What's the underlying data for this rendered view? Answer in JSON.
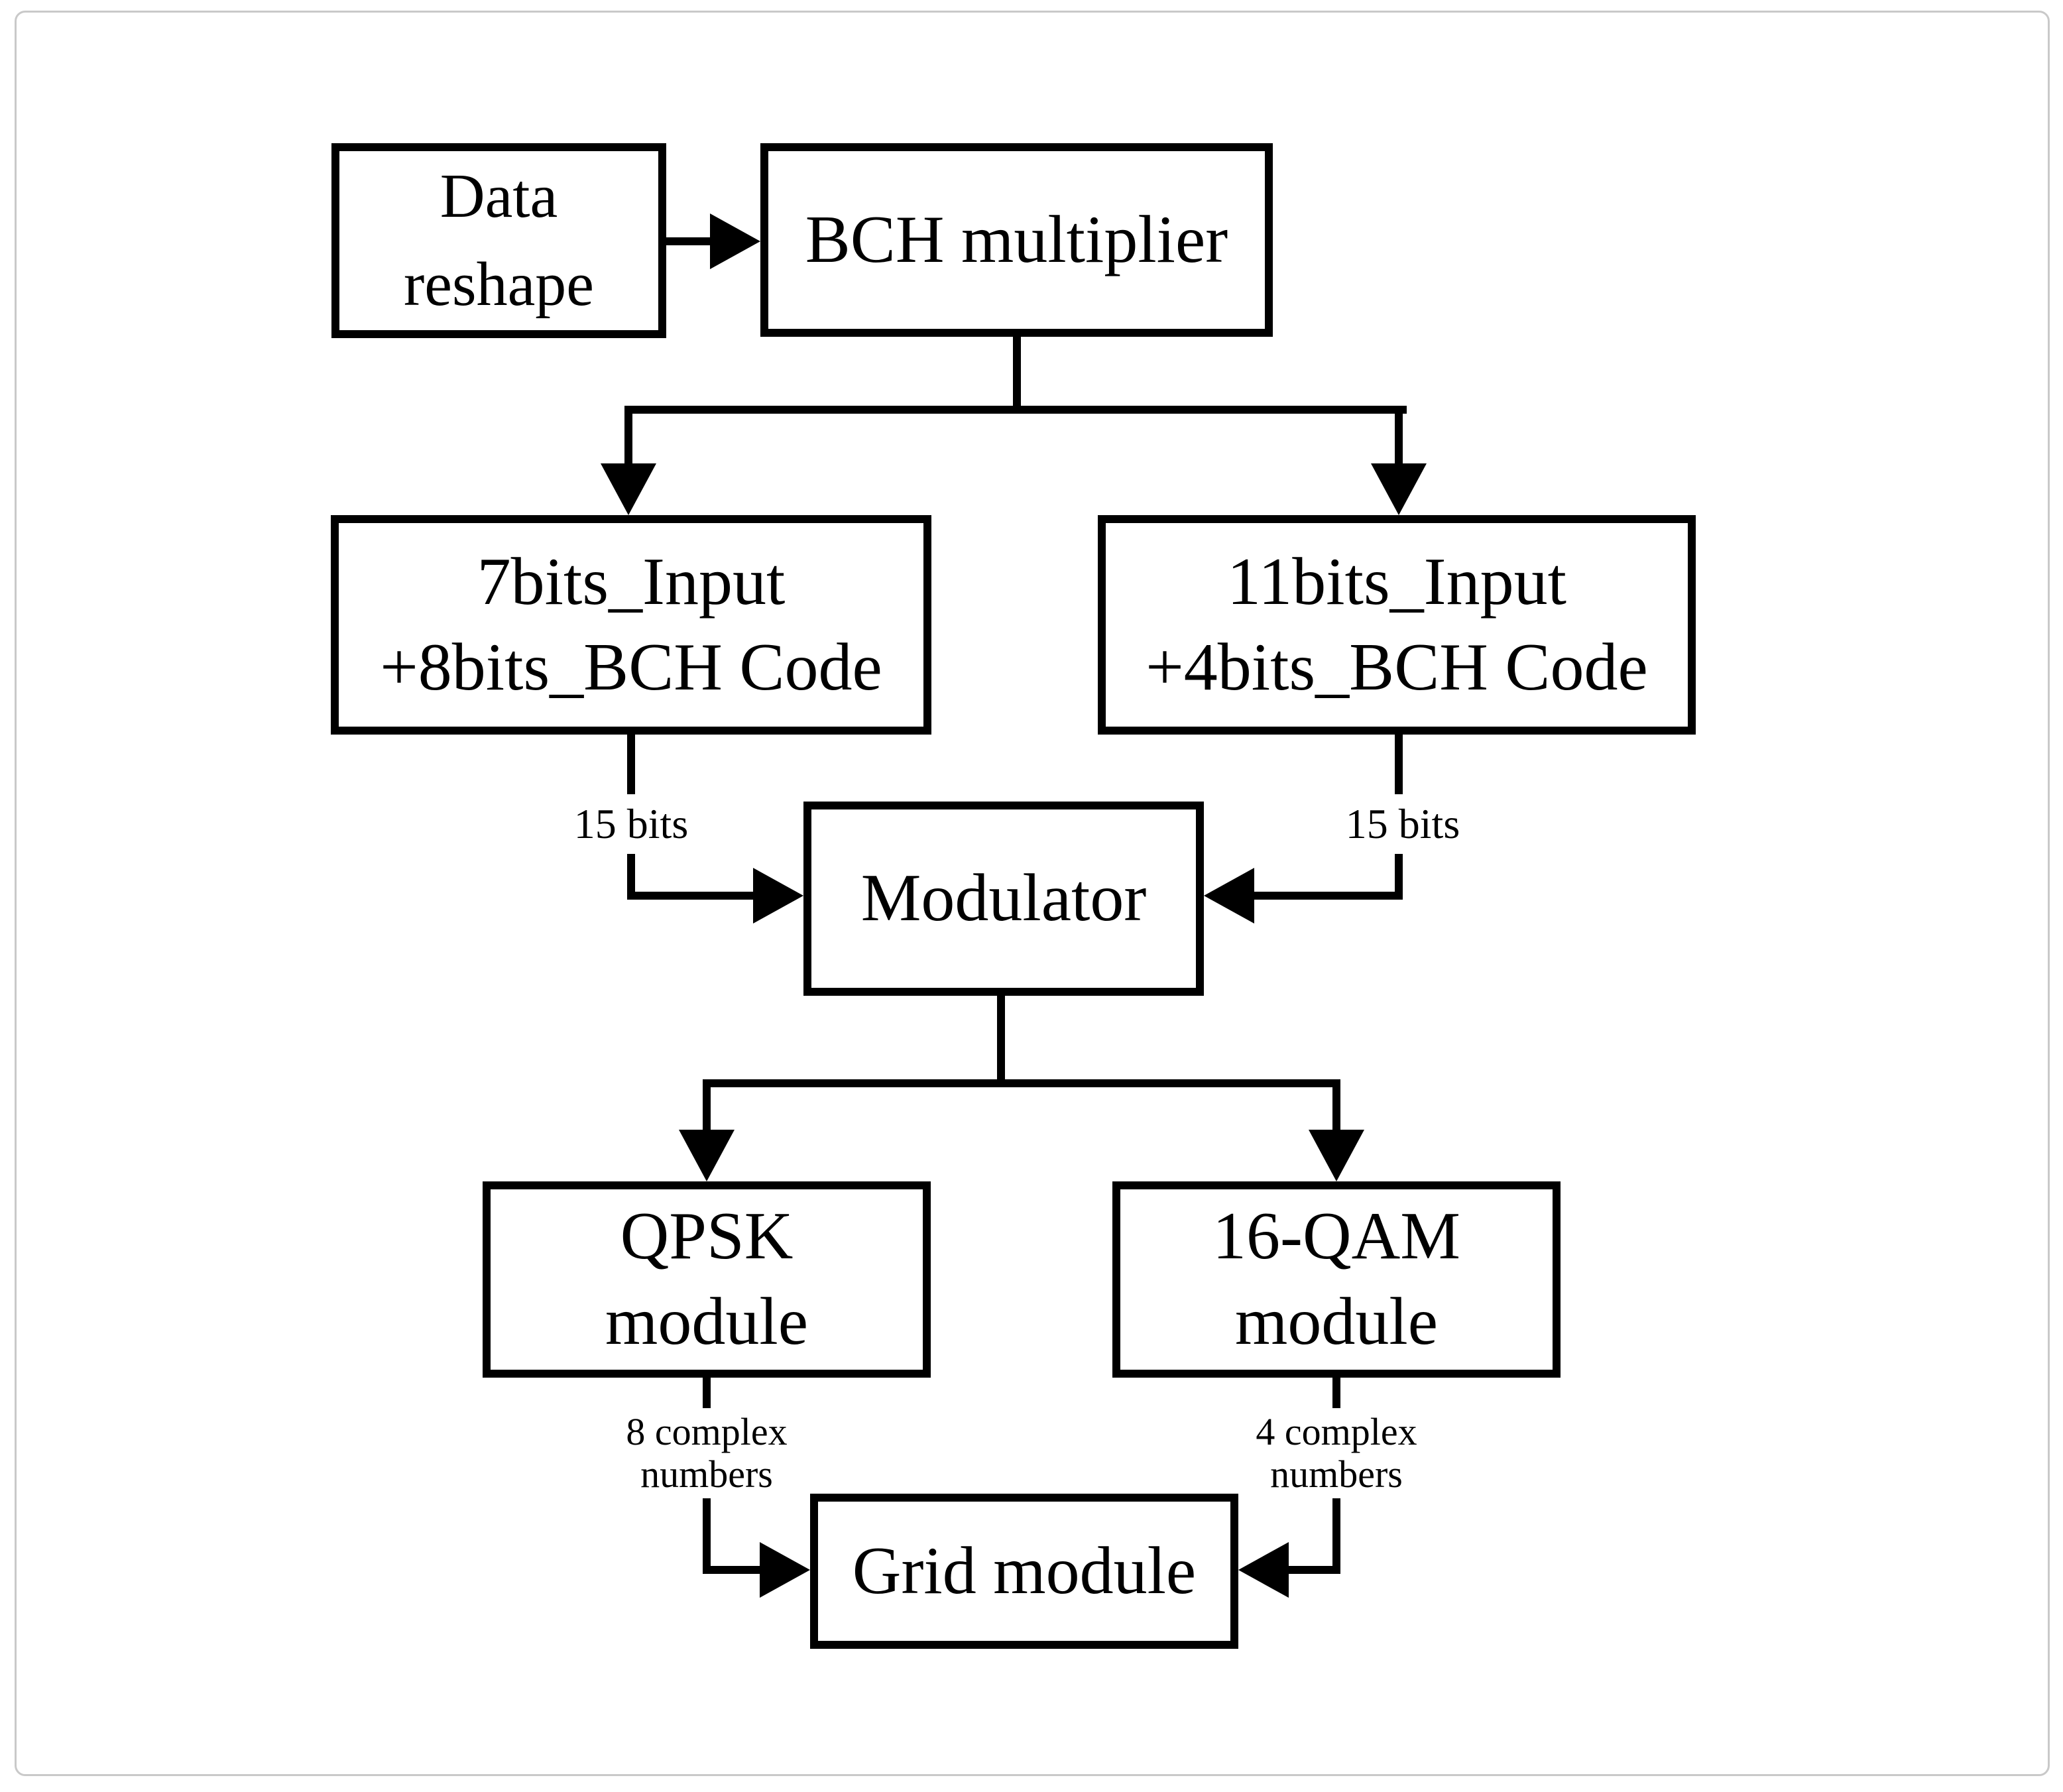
{
  "colors": {
    "line": "#000000",
    "background": "#ffffff",
    "canvas_border": "#c9c9c9"
  },
  "diagram": {
    "nodes": {
      "data_reshape": {
        "lines": [
          "Data",
          "reshape"
        ]
      },
      "bch_multiplier": {
        "lines": [
          "BCH multiplier"
        ]
      },
      "input7": {
        "lines": [
          "7bits_Input",
          "+8bits_BCH Code"
        ]
      },
      "input11": {
        "lines": [
          "11bits_Input",
          "+4bits_BCH Code"
        ]
      },
      "modulator": {
        "lines": [
          "Modulator"
        ]
      },
      "qpsk": {
        "lines": [
          "QPSK",
          "module"
        ]
      },
      "qam16": {
        "lines": [
          "16-QAM",
          "module"
        ]
      },
      "grid": {
        "lines": [
          "Grid module"
        ]
      }
    },
    "edge_labels": {
      "left_bits": "15 bits",
      "right_bits": "15 bits",
      "qpsk_out": [
        "8 complex",
        "numbers"
      ],
      "qam_out": [
        "4 complex",
        "numbers"
      ]
    }
  }
}
